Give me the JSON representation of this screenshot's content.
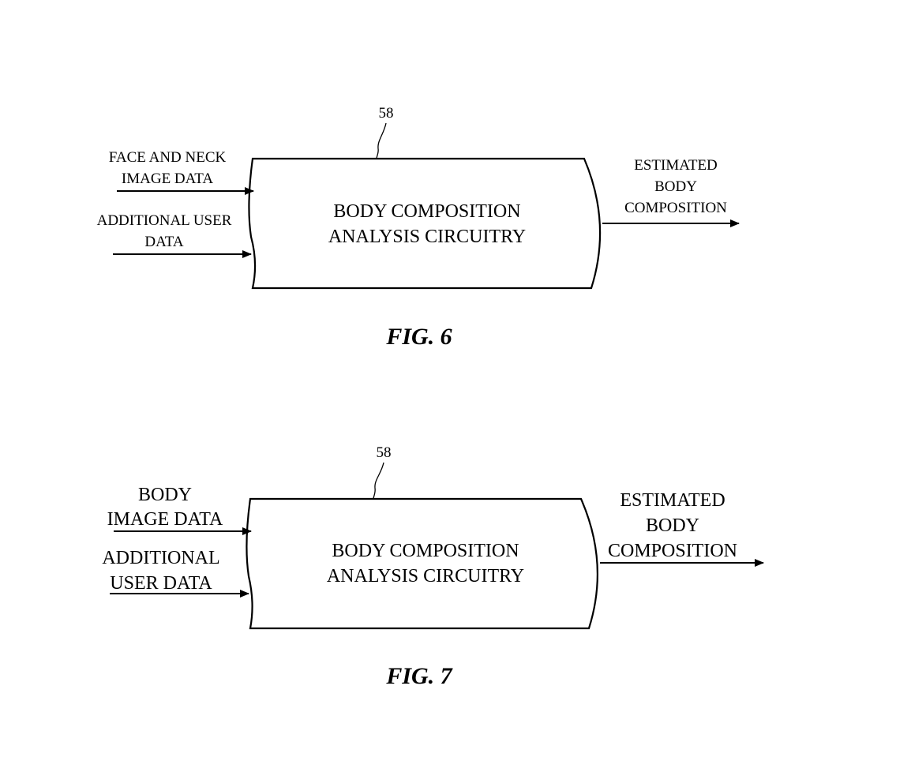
{
  "figures": [
    {
      "caption": "FIG. 6",
      "ref_numeral": "58",
      "block": {
        "lines": [
          "BODY COMPOSITION",
          "ANALYSIS CIRCUITRY"
        ]
      },
      "inputs": [
        {
          "lines": [
            "FACE AND NECK",
            "IMAGE DATA"
          ]
        },
        {
          "lines": [
            "ADDITIONAL USER",
            "DATA"
          ]
        }
      ],
      "output": {
        "lines": [
          "ESTIMATED",
          "BODY",
          "COMPOSITION"
        ]
      }
    },
    {
      "caption": "FIG. 7",
      "ref_numeral": "58",
      "block": {
        "lines": [
          "BODY COMPOSITION",
          "ANALYSIS CIRCUITRY"
        ]
      },
      "inputs": [
        {
          "lines": [
            "BODY",
            "IMAGE DATA"
          ]
        },
        {
          "lines": [
            "ADDITIONAL",
            "USER DATA"
          ]
        }
      ],
      "output": {
        "lines": [
          "ESTIMATED",
          "BODY",
          "COMPOSITION"
        ]
      }
    }
  ]
}
